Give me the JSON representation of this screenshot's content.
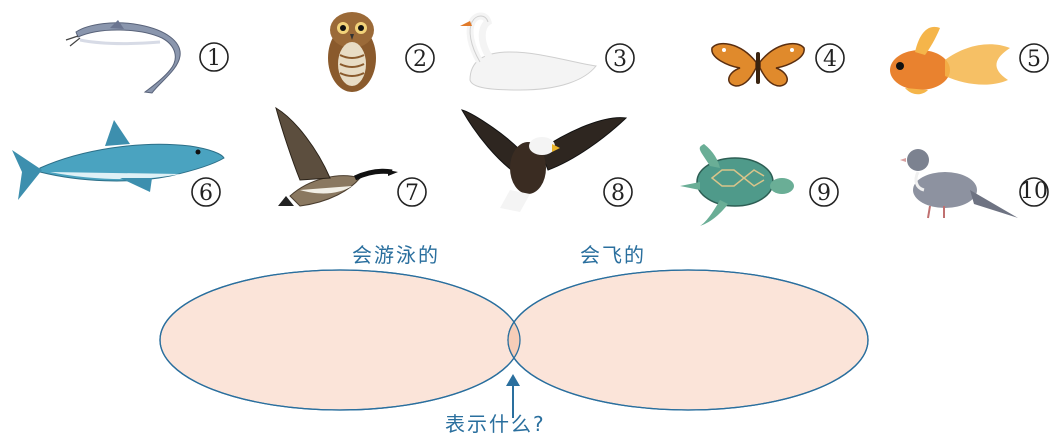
{
  "animals": [
    {
      "num": "1",
      "name": "catfish"
    },
    {
      "num": "2",
      "name": "owl"
    },
    {
      "num": "3",
      "name": "swan"
    },
    {
      "num": "4",
      "name": "butterfly"
    },
    {
      "num": "5",
      "name": "goldfish"
    },
    {
      "num": "6",
      "name": "shark"
    },
    {
      "num": "7",
      "name": "goose"
    },
    {
      "num": "8",
      "name": "eagle"
    },
    {
      "num": "9",
      "name": "sea-turtle"
    },
    {
      "num": "10",
      "name": "pigeon"
    }
  ],
  "venn": {
    "left_label": "会游泳的",
    "right_label": "会飞的",
    "question": "表示什么?",
    "fill_color": "#fbe4d9",
    "overlap_color": "#f6cdb8",
    "stroke_color": "#2a6f9e"
  }
}
